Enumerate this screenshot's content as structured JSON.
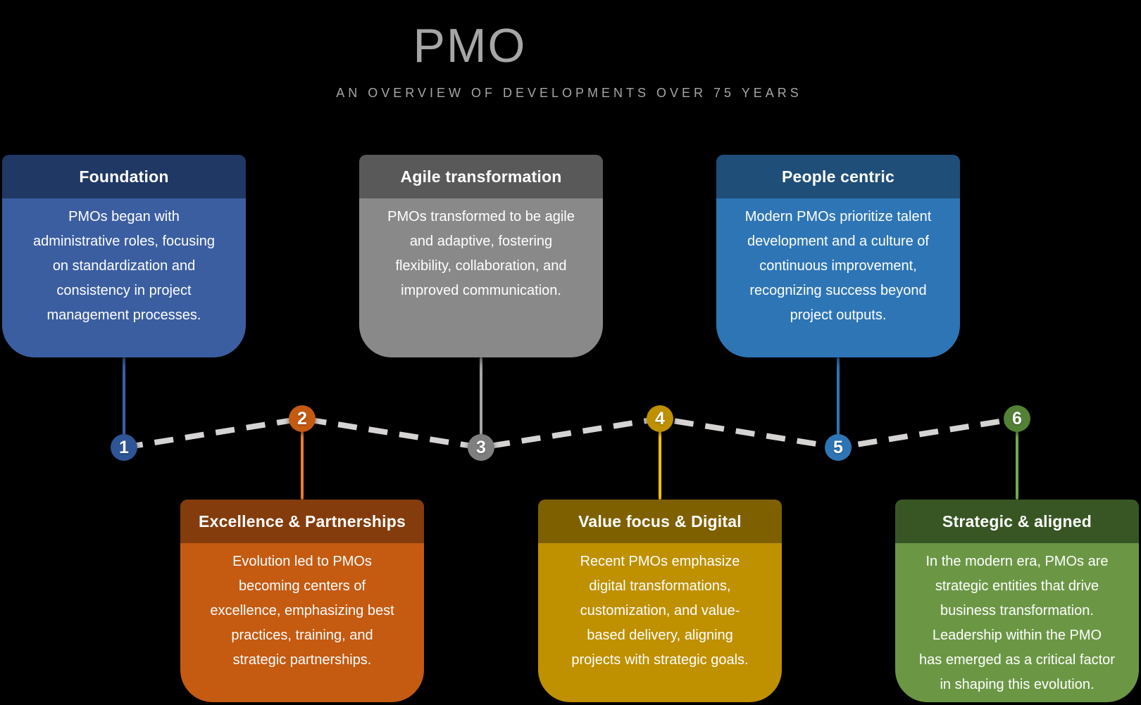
{
  "page": {
    "background": "#000000"
  },
  "header": {
    "title": "PMO",
    "subtitle": "AN OVERVIEW OF DEVELOPMENTS OVER 75 YEARS",
    "text_color": "#A6A6A6"
  },
  "cards": [
    {
      "number": "1",
      "position": "top",
      "title": "Foundation",
      "body": "PMOs began with\nadministrative roles, focusing\non standardization and\nconsistency in project\nmanagement processes.",
      "colors": {
        "header": "#1F3864",
        "body": "#3B5EA1"
      }
    },
    {
      "number": "2",
      "position": "bottom",
      "title": "Excellence & Partnerships",
      "body": "Evolution led to PMOs\nbecoming centers of\nexcellence, emphasizing best\npractices, training, and\nstrategic partnerships.",
      "colors": {
        "header": "#843C0C",
        "body": "#C55A11"
      }
    },
    {
      "number": "3",
      "position": "top",
      "title": "Agile transformation",
      "body": "PMOs transformed to be agile\nand adaptive, fostering\nflexibility, collaboration, and\nimproved communication.",
      "colors": {
        "header": "#595959",
        "body": "#898989"
      }
    },
    {
      "number": "4",
      "position": "bottom",
      "title": "Value focus & Digital",
      "body": "Recent PMOs emphasize\ndigital transformations,\ncustomization, and value-\nbased delivery, aligning\nprojects with strategic goals.",
      "colors": {
        "header": "#7F6000",
        "body": "#BF9000"
      }
    },
    {
      "number": "5",
      "position": "top",
      "title": "People centric",
      "body": "Modern PMOs prioritize talent\ndevelopment and a culture of\ncontinuous improvement,\nrecognizing success beyond\nproject outputs.",
      "colors": {
        "header": "#1F4E79",
        "body": "#2E75B6"
      }
    },
    {
      "number": "6",
      "position": "bottom",
      "title": "Strategic & aligned",
      "body": "In the modern era, PMOs are\nstrategic entities that drive\nbusiness transformation.\nLeadership within the PMO\nhas emerged as a critical factor\nin shaping this evolution.",
      "colors": {
        "header": "#375623",
        "body": "#6B9745"
      }
    }
  ],
  "timeline": {
    "dash_color": "#D6D3D3",
    "nodes": [
      {
        "number": "1",
        "circle_color": "#2E5596",
        "connector_color": "#3A62AD"
      },
      {
        "number": "2",
        "circle_color": "#C55A11",
        "connector_color": "#ED7D31"
      },
      {
        "number": "3",
        "circle_color": "#7F7F7F",
        "connector_color": "#A6A6A6"
      },
      {
        "number": "4",
        "circle_color": "#BF9000",
        "connector_color": "#FFC000"
      },
      {
        "number": "5",
        "circle_color": "#2E75B6",
        "connector_color": "#2E75B6"
      },
      {
        "number": "6",
        "circle_color": "#538135",
        "connector_color": "#70AD47"
      }
    ]
  }
}
